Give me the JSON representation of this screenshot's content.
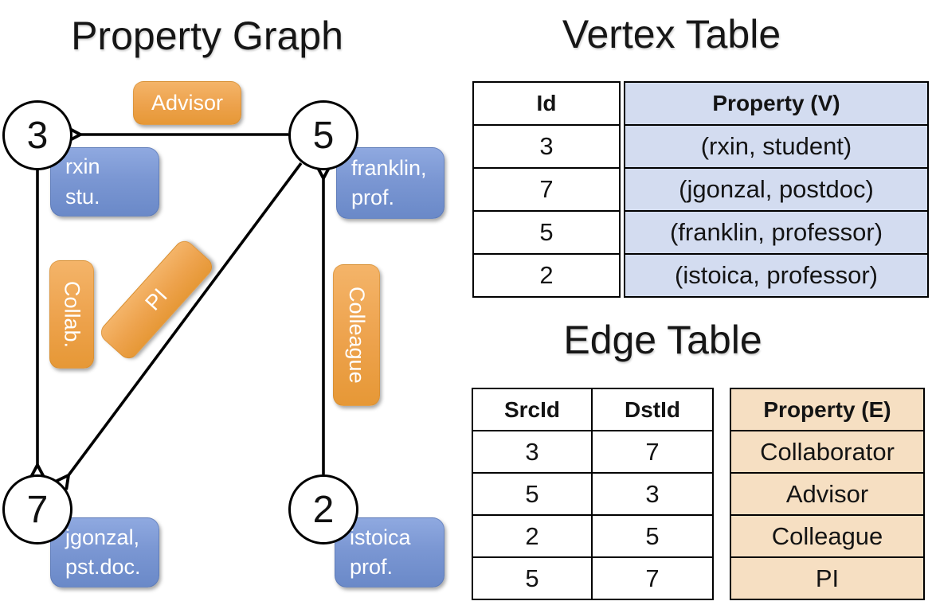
{
  "graph": {
    "title": "Property Graph",
    "nodes": [
      {
        "id": "3",
        "label_lines": [
          "rxin",
          "stu."
        ]
      },
      {
        "id": "5",
        "label_lines": [
          "franklin,",
          "prof."
        ]
      },
      {
        "id": "7",
        "label_lines": [
          "jgonzal,",
          "pst.doc."
        ]
      },
      {
        "id": "2",
        "label_lines": [
          "istoica",
          "prof."
        ]
      }
    ],
    "edges": [
      {
        "from": "5",
        "to": "3",
        "label": "Advisor"
      },
      {
        "from": "3",
        "to": "7",
        "label": "Collab."
      },
      {
        "from": "5",
        "to": "7",
        "label": "PI"
      },
      {
        "from": "2",
        "to": "5",
        "label": "Colleague"
      }
    ]
  },
  "vertex_table": {
    "title": "Vertex Table",
    "columns": [
      "Id",
      "Property (V)"
    ],
    "rows": [
      [
        "3",
        "(rxin, student)"
      ],
      [
        "7",
        "(jgonzal, postdoc)"
      ],
      [
        "5",
        "(franklin, professor)"
      ],
      [
        "2",
        "(istoica, professor)"
      ]
    ]
  },
  "edge_table": {
    "title": "Edge Table",
    "columns": [
      "SrcId",
      "DstId",
      "Property (E)"
    ],
    "rows": [
      [
        "3",
        "7",
        "Collaborator"
      ],
      [
        "5",
        "3",
        "Advisor"
      ],
      [
        "2",
        "5",
        "Colleague"
      ],
      [
        "5",
        "7",
        "PI"
      ]
    ]
  },
  "colors": {
    "edge_label_orange": "#eda24c",
    "vertex_label_blue": "#7b97d3",
    "vertex_table_fill": "#d3dcf0",
    "edge_table_fill": "#f6dfc2",
    "line_black": "#000000"
  }
}
